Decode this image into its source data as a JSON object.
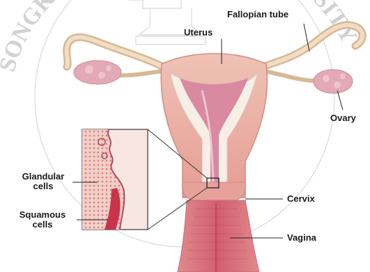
{
  "labels": {
    "fallopian_tube": "Fallopian tube",
    "uterus": "Uterus",
    "ovary": "Ovary",
    "glandular_line1": "Glandular",
    "glandular_line2": "cells",
    "squamous_line1": "Squamous",
    "squamous_line2": "cells",
    "cervix": "Cervix",
    "vagina": "Vagina"
  },
  "watermark": {
    "text": "SONGKHLA RAJABHAT UNIVERSITY"
  },
  "colors": {
    "tissue": "#e9a7a0",
    "tissue_dark": "#d9847e",
    "tube": "#ead3b8",
    "ovary": "#e3a9b4",
    "lining": "#f6f0e8",
    "cavity": "#d98aa0",
    "inset_bg": "#f7e6e1",
    "squamous": "#c8344a",
    "watermark": "#bcbcbc"
  }
}
